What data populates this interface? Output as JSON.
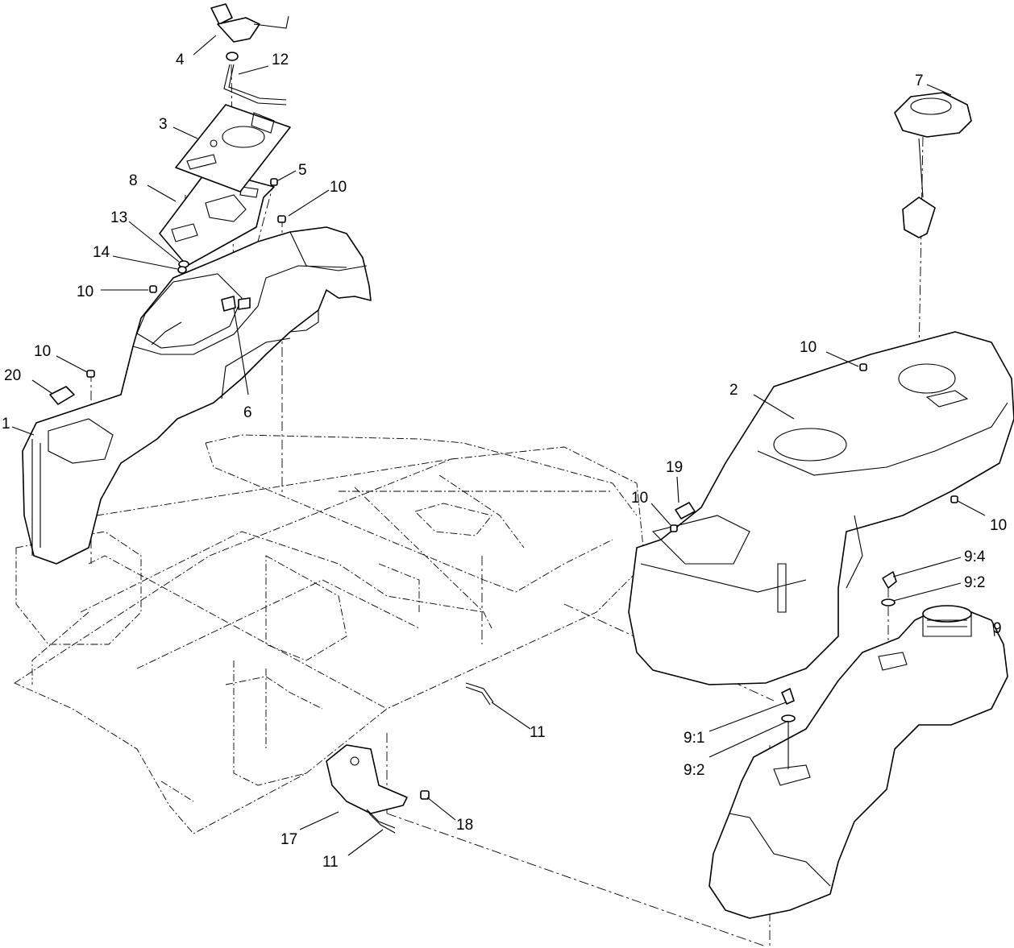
{
  "diagram": {
    "callouts": [
      {
        "id": "c4",
        "text": "4"
      },
      {
        "id": "c12",
        "text": "12"
      },
      {
        "id": "c3",
        "text": "3"
      },
      {
        "id": "c8",
        "text": "8"
      },
      {
        "id": "c5",
        "text": "5"
      },
      {
        "id": "c10a",
        "text": "10"
      },
      {
        "id": "c13",
        "text": "13"
      },
      {
        "id": "c14",
        "text": "14"
      },
      {
        "id": "c10b",
        "text": "10"
      },
      {
        "id": "c10c",
        "text": "10"
      },
      {
        "id": "c20",
        "text": "20"
      },
      {
        "id": "c1",
        "text": "1"
      },
      {
        "id": "c6",
        "text": "6"
      },
      {
        "id": "c7",
        "text": "7"
      },
      {
        "id": "c10d",
        "text": "10"
      },
      {
        "id": "c2",
        "text": "2"
      },
      {
        "id": "c19",
        "text": "19"
      },
      {
        "id": "c10e",
        "text": "10"
      },
      {
        "id": "c10f",
        "text": "10"
      },
      {
        "id": "c9_4",
        "text": "9:4"
      },
      {
        "id": "c9_2a",
        "text": "9:2"
      },
      {
        "id": "c9",
        "text": "9"
      },
      {
        "id": "c11a",
        "text": "11"
      },
      {
        "id": "c9_1",
        "text": "9:1"
      },
      {
        "id": "c9_2b",
        "text": "9:2"
      },
      {
        "id": "c18",
        "text": "18"
      },
      {
        "id": "c17",
        "text": "17"
      },
      {
        "id": "c11b",
        "text": "11"
      }
    ]
  }
}
